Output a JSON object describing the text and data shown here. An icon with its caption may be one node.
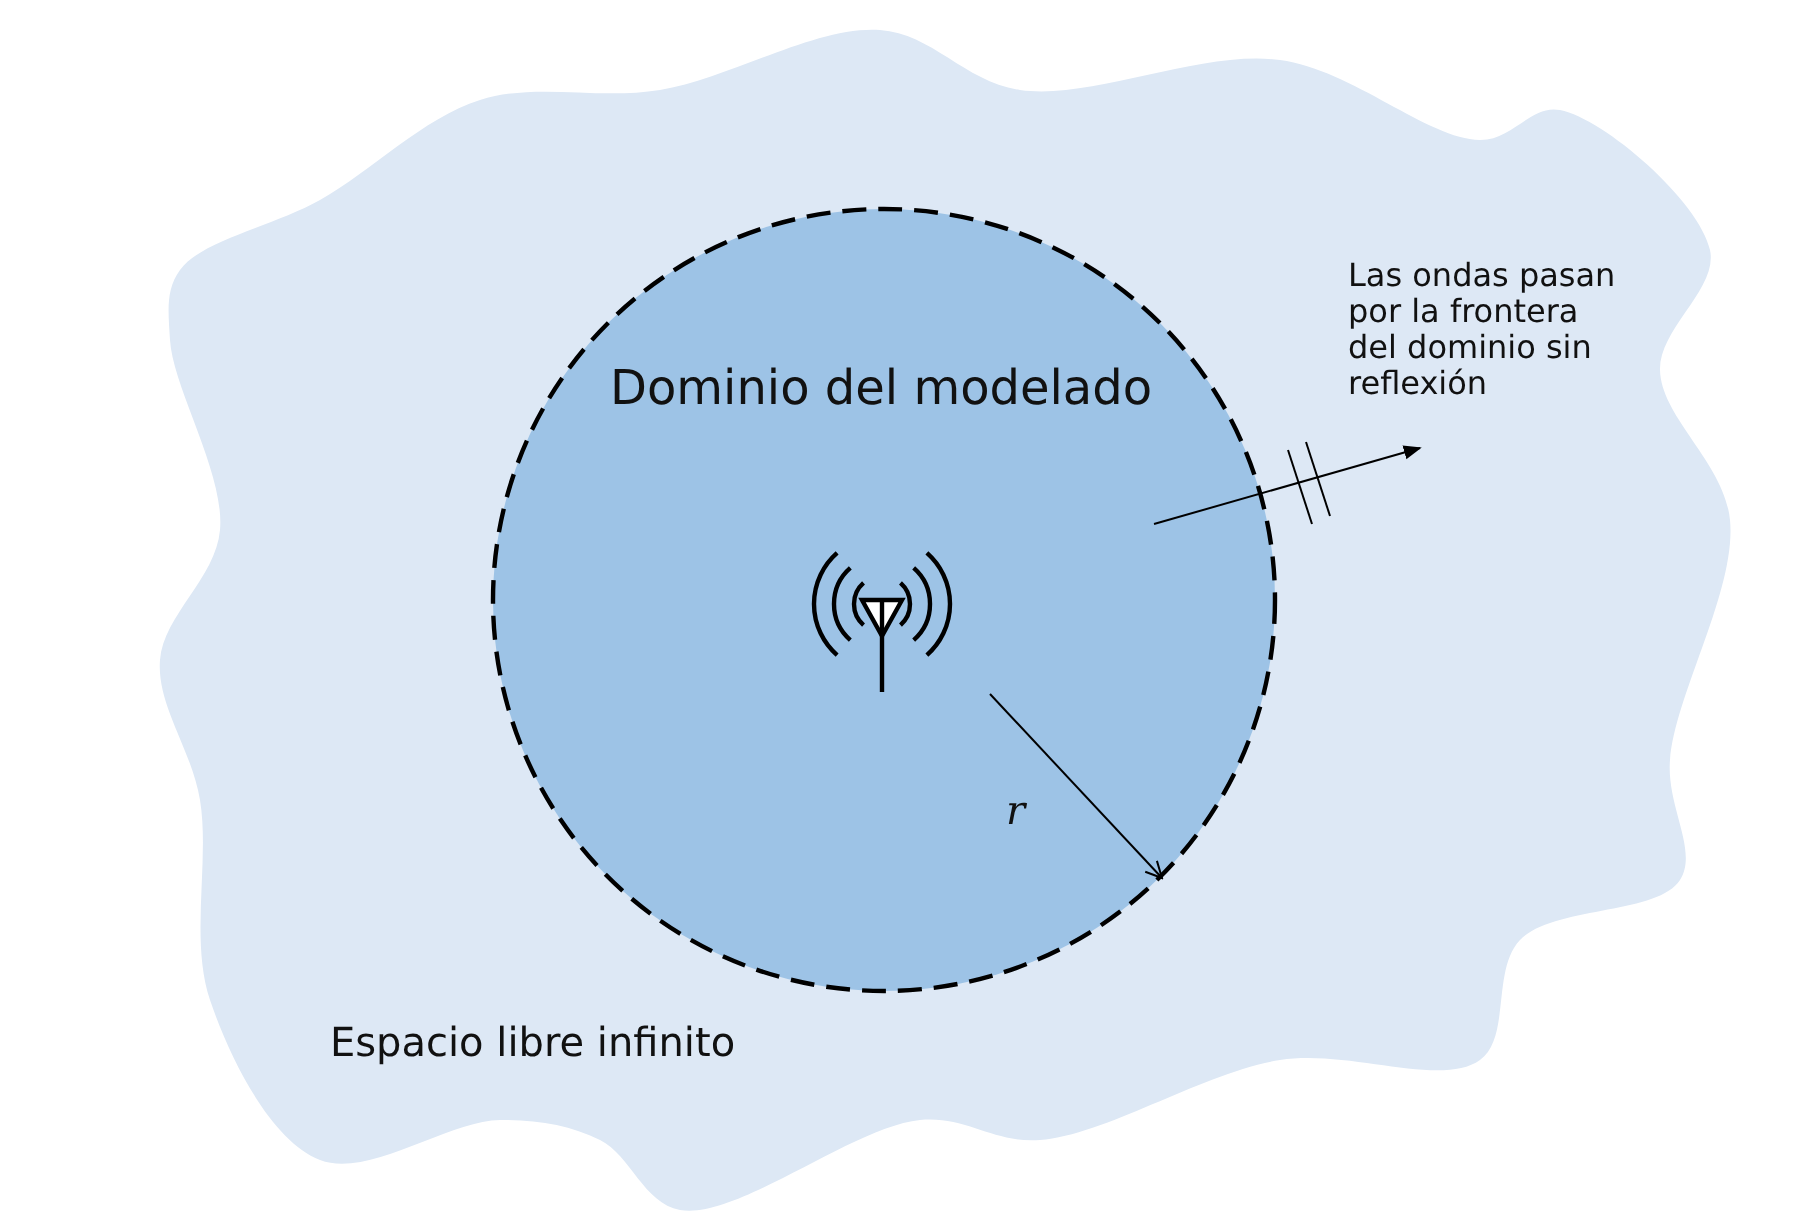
{
  "diagram": {
    "nodes": [
      {
        "text": [
          "Espacio libre infinito"
        ]
      },
      {
        "text": [
          "Dominio del modelado"
        ],
        "in": 0
      }
    ],
    "edges": [],
    "labels": [
      "Las ondas pasan por la frontera del dominio sin reflexión",
      "r"
    ]
  }
}
